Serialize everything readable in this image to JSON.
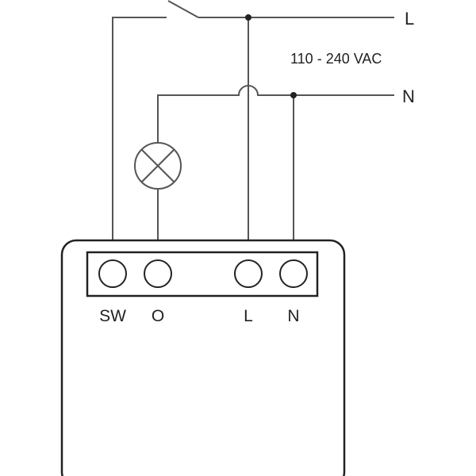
{
  "diagram": {
    "supply": {
      "line_label": "L",
      "neutral_label": "N",
      "voltage": "110 - 240 VAC"
    },
    "terminals": [
      {
        "id": "sw",
        "label": "SW"
      },
      {
        "id": "o",
        "label": "O"
      },
      {
        "id": "l",
        "label": "L"
      },
      {
        "id": "n",
        "label": "N"
      }
    ],
    "components": {
      "switch": "switch-icon",
      "lamp": "lamp-icon"
    },
    "colors": {
      "wire": "#555555",
      "outline": "#222222",
      "background": "#ffffff"
    }
  }
}
